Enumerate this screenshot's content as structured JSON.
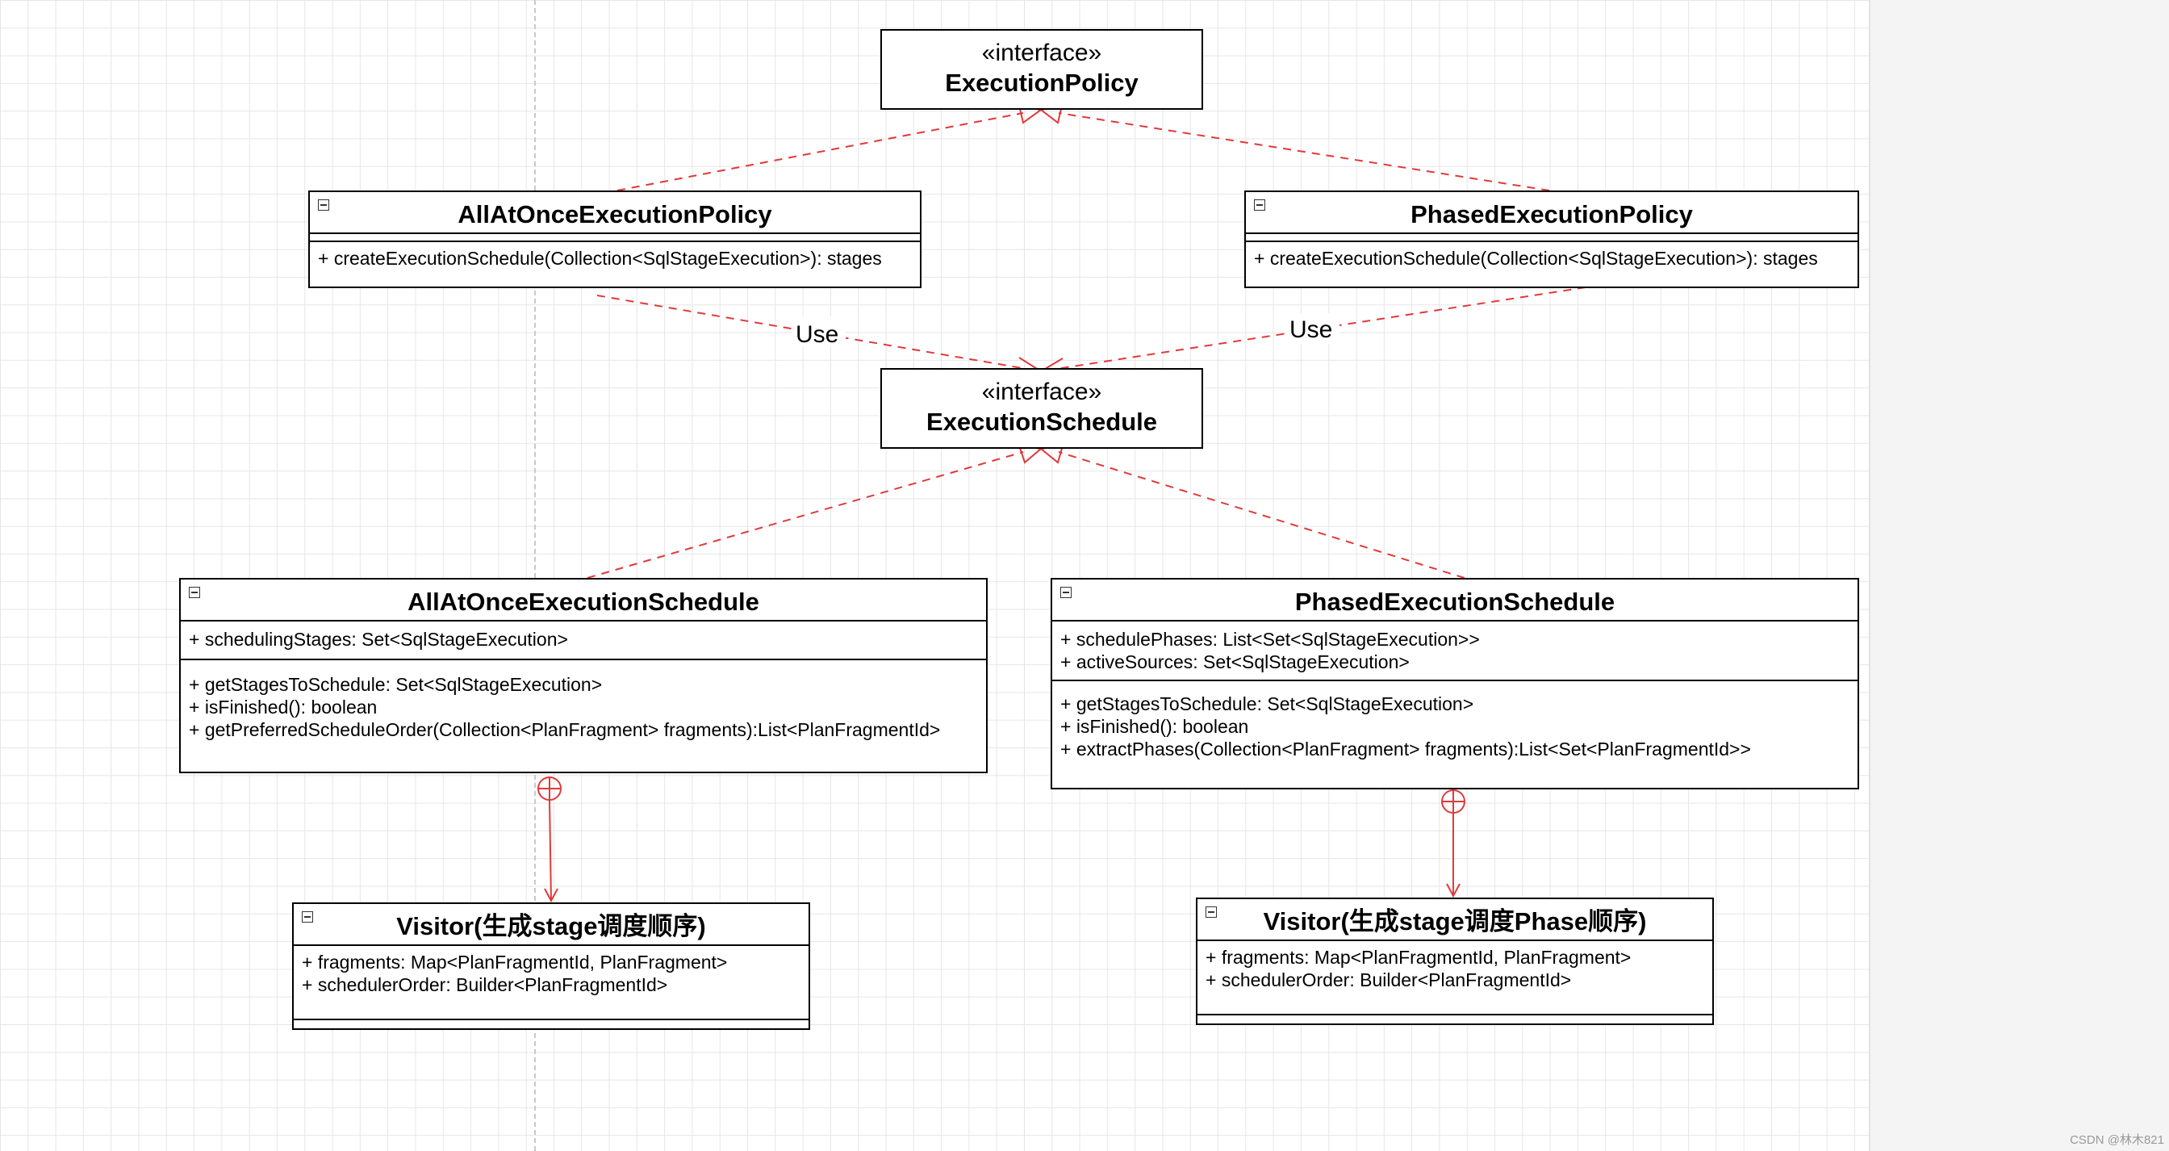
{
  "diagram": {
    "interfaces": {
      "execution_policy": {
        "stereotype": "«interface»",
        "name": "ExecutionPolicy"
      },
      "execution_schedule": {
        "stereotype": "«interface»",
        "name": "ExecutionSchedule"
      }
    },
    "classes": {
      "all_at_once_policy": {
        "name": "AllAtOnceExecutionPolicy",
        "attributes": [],
        "methods": [
          "+ createExecutionSchedule(Collection<SqlStageExecution>): stages"
        ]
      },
      "phased_policy": {
        "name": "PhasedExecutionPolicy",
        "attributes": [],
        "methods": [
          "+ createExecutionSchedule(Collection<SqlStageExecution>): stages"
        ]
      },
      "all_at_once_schedule": {
        "name": "AllAtOnceExecutionSchedule",
        "attributes": [
          "+ schedulingStages: Set<SqlStageExecution>"
        ],
        "methods": [
          "+ getStagesToSchedule: Set<SqlStageExecution>",
          "+ isFinished(): boolean",
          "+ getPreferredScheduleOrder(Collection<PlanFragment> fragments):List<PlanFragmentId>"
        ]
      },
      "phased_schedule": {
        "name": "PhasedExecutionSchedule",
        "attributes": [
          "+ schedulePhases:  List<Set<SqlStageExecution>>",
          "+ activeSources: Set<SqlStageExecution>"
        ],
        "methods": [
          "+ getStagesToSchedule: Set<SqlStageExecution>",
          "+ isFinished(): boolean",
          "+ extractPhases(Collection<PlanFragment> fragments):List<Set<PlanFragmentId>>"
        ]
      },
      "visitor_all_at_once": {
        "name": "Visitor(生成stage调度顺序)",
        "attributes": [
          "+ fragments: Map<PlanFragmentId, PlanFragment>",
          "+ schedulerOrder: Builder<PlanFragmentId>"
        ],
        "methods": []
      },
      "visitor_phased": {
        "name": "Visitor(生成stage调度Phase顺序)",
        "attributes": [
          "+ fragments: Map<PlanFragmentId, PlanFragment>",
          "+ schedulerOrder: Builder<PlanFragmentId>"
        ],
        "methods": []
      }
    },
    "edge_labels": {
      "use_left": "Use",
      "use_right": "Use"
    },
    "colors": {
      "relation": "#e03a3a",
      "grid": "#e6e6e6",
      "side_panel": "#f4f4f4"
    }
  },
  "credit": "CSDN @林木821"
}
